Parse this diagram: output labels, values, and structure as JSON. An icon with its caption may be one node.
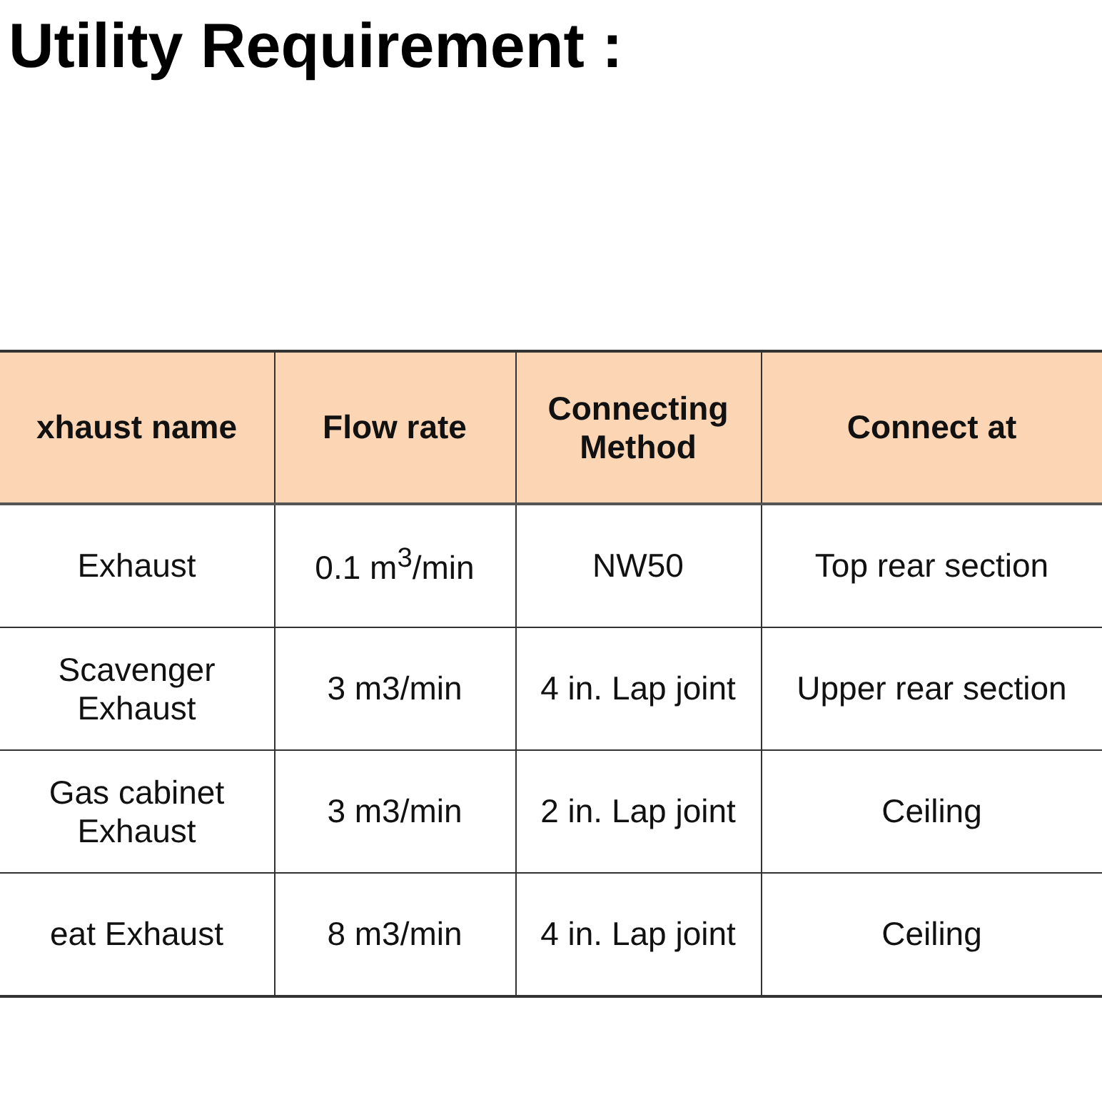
{
  "diagram": {
    "title": "Utility Requirement :",
    "labels": [
      "xhaust name",
      "Flow rate",
      "Connecting Method",
      "Connect at",
      "Exhaust",
      "0.1 m$^{3}$/min",
      "NW50",
      "Top rear section",
      "Scavenger Exhaust",
      "3 m3/min",
      "4 in. Lap joint",
      "Upper rear section",
      "Gas cabinet Exhaust",
      "3 m3/min",
      "2 in. Lap joint",
      "Ceiling",
      "eat Exhaust",
      "8 m3/min",
      "4 in. Lap joint",
      "Ceiling"
    ]
  }
}
